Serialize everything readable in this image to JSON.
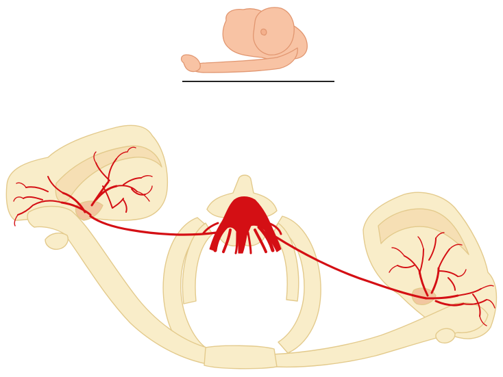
{
  "figure": {
    "labels": [],
    "colors": {
      "background": "#ffffff",
      "bone_fill": "#f9edc9",
      "bone_stroke": "#e3ca8c",
      "bone_shade": "#f6dfb4",
      "artery": "#d40f14",
      "body_fill": "#f8c3a4",
      "body_stroke": "#e19670",
      "table_line": "#222222"
    },
    "components": [
      "patient-position-icon",
      "exam-table-line",
      "right-scapula",
      "left-scapula",
      "right-clavicle",
      "left-clavicle",
      "vertebra",
      "ribs",
      "arterial-network"
    ]
  }
}
